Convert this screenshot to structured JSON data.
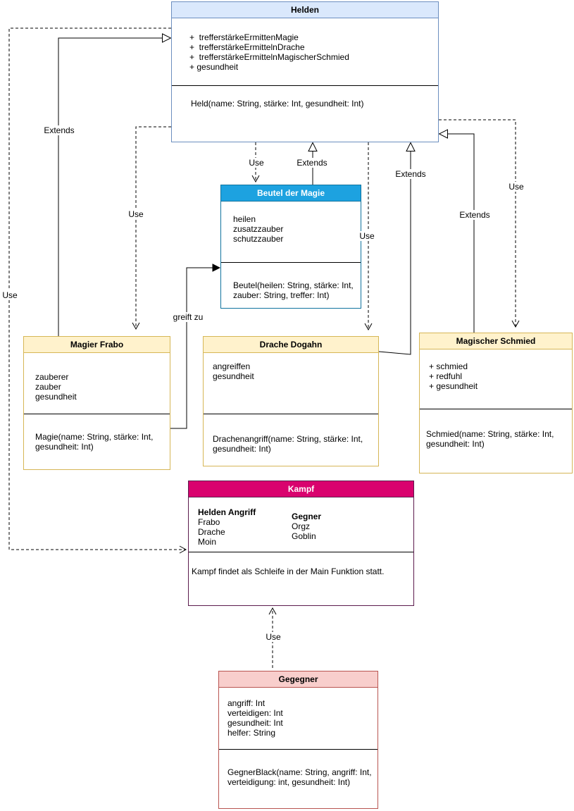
{
  "colors": {
    "helden_header": "#dae8fc",
    "helden_border": "#6c8ebf",
    "beutel_header": "#1da2e0",
    "beutel_border": "#10739e",
    "warm_header": "#fff2cc",
    "warm_border": "#d6b656",
    "kampf_header": "#d9026e",
    "kampf_border": "#5c1b4d",
    "gegner_header": "#f8cecc",
    "gegner_border": "#b85450"
  },
  "classes": {
    "helden": {
      "title": "Helden",
      "attributes": [
        "+  trefferstärkeErmittenMagie",
        "+  trefferstärkeErmittelnDrache",
        "+  trefferstärkeErmittelnMagischerSchmied",
        "+ gesundheit"
      ],
      "methods": [
        "Held(name: String, stärke: Int, gesundheit: Int)"
      ]
    },
    "beutel_der_magie": {
      "title": "Beutel der Magie",
      "attributes": [
        "heilen",
        "zusatzzauber",
        "schutzzauber"
      ],
      "methods": [
        "Beutel(heilen: String, stärke: Int, zauber: String, treffer: Int)"
      ]
    },
    "magier_frabo": {
      "title": "Magier Frabo",
      "attributes": [
        "zauberer",
        "zauber",
        "gesundheit"
      ],
      "methods": [
        "Magie(name: String, stärke: Int, gesundheit: Int)"
      ]
    },
    "drache_dogahn": {
      "title": "Drache Dogahn",
      "attributes": [
        "angreiffen",
        "gesundheit"
      ],
      "methods": [
        "Drachenangriff(name: String, stärke: Int, gesundheit: Int)"
      ]
    },
    "magischer_schmied": {
      "title": "Magischer Schmied",
      "attributes": [
        "+ schmied",
        "+ redfuhl",
        "+ gesundheit"
      ],
      "methods": [
        "Schmied(name: String, stärke: Int, gesundheit: Int)"
      ]
    },
    "kampf": {
      "title": "Kampf",
      "left_column": {
        "header": "Helden Angriff",
        "items": [
          "Frabo",
          "Drache",
          "Moin"
        ]
      },
      "right_column": {
        "header": "Gegner",
        "items": [
          "Orgz",
          "Goblin"
        ]
      },
      "note": "Kampf findet als Schleife in der Main Funktion statt."
    },
    "gegegner": {
      "title": "Gegegner",
      "attributes": [
        "angriff: Int",
        "verteidigen: Int",
        "gesundheit: Int",
        "helfer: String"
      ],
      "methods": [
        "GegnerBlack(name: String, angriff: Int, verteidigung: int, gesundheit: Int)"
      ]
    }
  },
  "relations": [
    {
      "from": "Magier Frabo",
      "to": "Helden",
      "label": "Extends",
      "style": "solid-hollow-arrow"
    },
    {
      "from": "Helden",
      "to": "Magier Frabo",
      "label": "Use",
      "style": "dashed-open-arrow"
    },
    {
      "from": "Helden",
      "to": "Beutel der Magie",
      "label": "Use",
      "style": "dashed-open-arrow"
    },
    {
      "from": "Beutel der Magie",
      "to": "Helden",
      "label": "Extends",
      "style": "solid-hollow-arrow"
    },
    {
      "from": "Helden",
      "to": "Drache Dogahn",
      "label": "Use",
      "style": "dashed-open-arrow"
    },
    {
      "from": "Drache Dogahn",
      "to": "Helden",
      "label": "Extends",
      "style": "solid-hollow-arrow"
    },
    {
      "from": "Magischer Schmied",
      "to": "Helden",
      "label": "Extends",
      "style": "solid-hollow-arrow"
    },
    {
      "from": "Helden",
      "to": "Magischer Schmied",
      "label": "Use",
      "style": "dashed-open-arrow"
    },
    {
      "from": "Magier Frabo",
      "to": "Beutel der Magie",
      "label": "greift zu",
      "style": "solid-filled-arrow"
    },
    {
      "from": "Helden",
      "to": "Kampf",
      "label": "Use",
      "style": "dashed-open-arrow"
    },
    {
      "from": "Gegegner",
      "to": "Kampf",
      "label": "Use",
      "style": "dashed-open-arrow"
    }
  ]
}
